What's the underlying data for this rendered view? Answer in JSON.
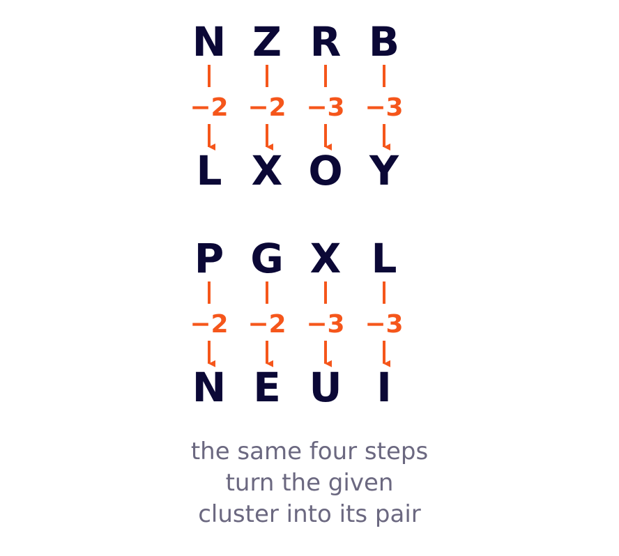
{
  "colors": {
    "letter": "#0b0836",
    "step": "#f5561b",
    "caption": "#6b6880",
    "background": "#ffffff"
  },
  "groups": [
    {
      "top": [
        "N",
        "Z",
        "R",
        "B"
      ],
      "steps": [
        "−2",
        "−2",
        "−3",
        "−3"
      ],
      "bottom": [
        "L",
        "X",
        "O",
        "Y"
      ]
    },
    {
      "top": [
        "P",
        "G",
        "X",
        "L"
      ],
      "steps": [
        "−2",
        "−2",
        "−3",
        "−3"
      ],
      "bottom": [
        "N",
        "E",
        "U",
        "I"
      ]
    }
  ],
  "caption": {
    "lines": [
      "the same four steps",
      "turn the given",
      "cluster into its pair"
    ]
  }
}
